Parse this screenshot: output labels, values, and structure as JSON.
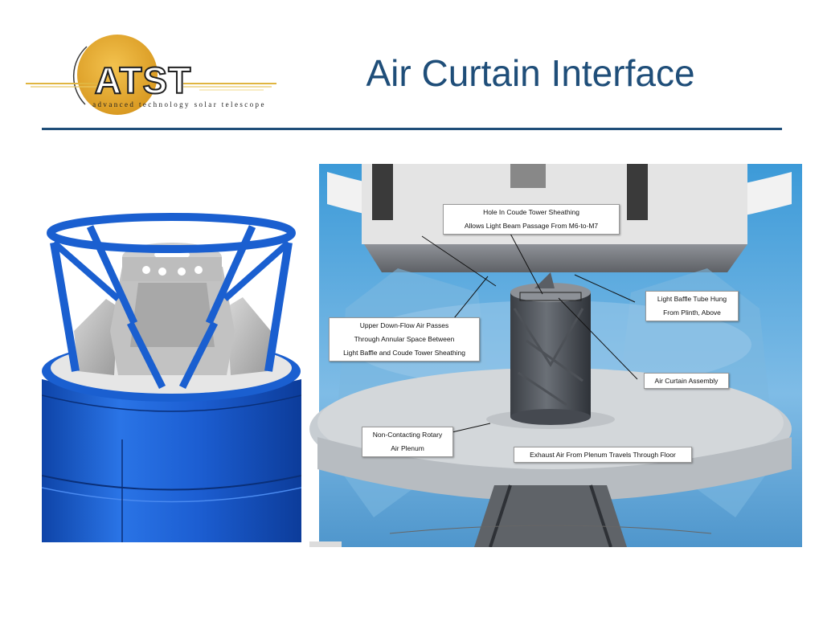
{
  "slide": {
    "title": "Air Curtain Interface"
  },
  "logo": {
    "brand_text": "ATST",
    "tagline": "advanced technology solar telescope"
  },
  "diagram": {
    "callouts": {
      "hole_line1": "Hole In Coude Tower Sheathing",
      "hole_line2": "Allows Light Beam Passage From M6-to-M7",
      "baffle_line1": "Light Baffle Tube Hung",
      "baffle_line2": "From Plinth, Above",
      "upper_line1": "Upper Down-Flow Air Passes",
      "upper_line2": "Through Annular Space Between",
      "upper_line3": "Light Baffle and Coude Tower Sheathing",
      "air_curtain": "Air Curtain Assembly",
      "plenum_line1": "Non-Contacting Rotary",
      "plenum_line2": "Air Plenum",
      "exhaust": "Exhaust Air From Plenum Travels Through Floor"
    }
  },
  "colors": {
    "title": "#1f4e79",
    "rule": "#1f4e79",
    "logo_sun": "#e8a92e",
    "tower_blue": "#1a5fd0"
  }
}
